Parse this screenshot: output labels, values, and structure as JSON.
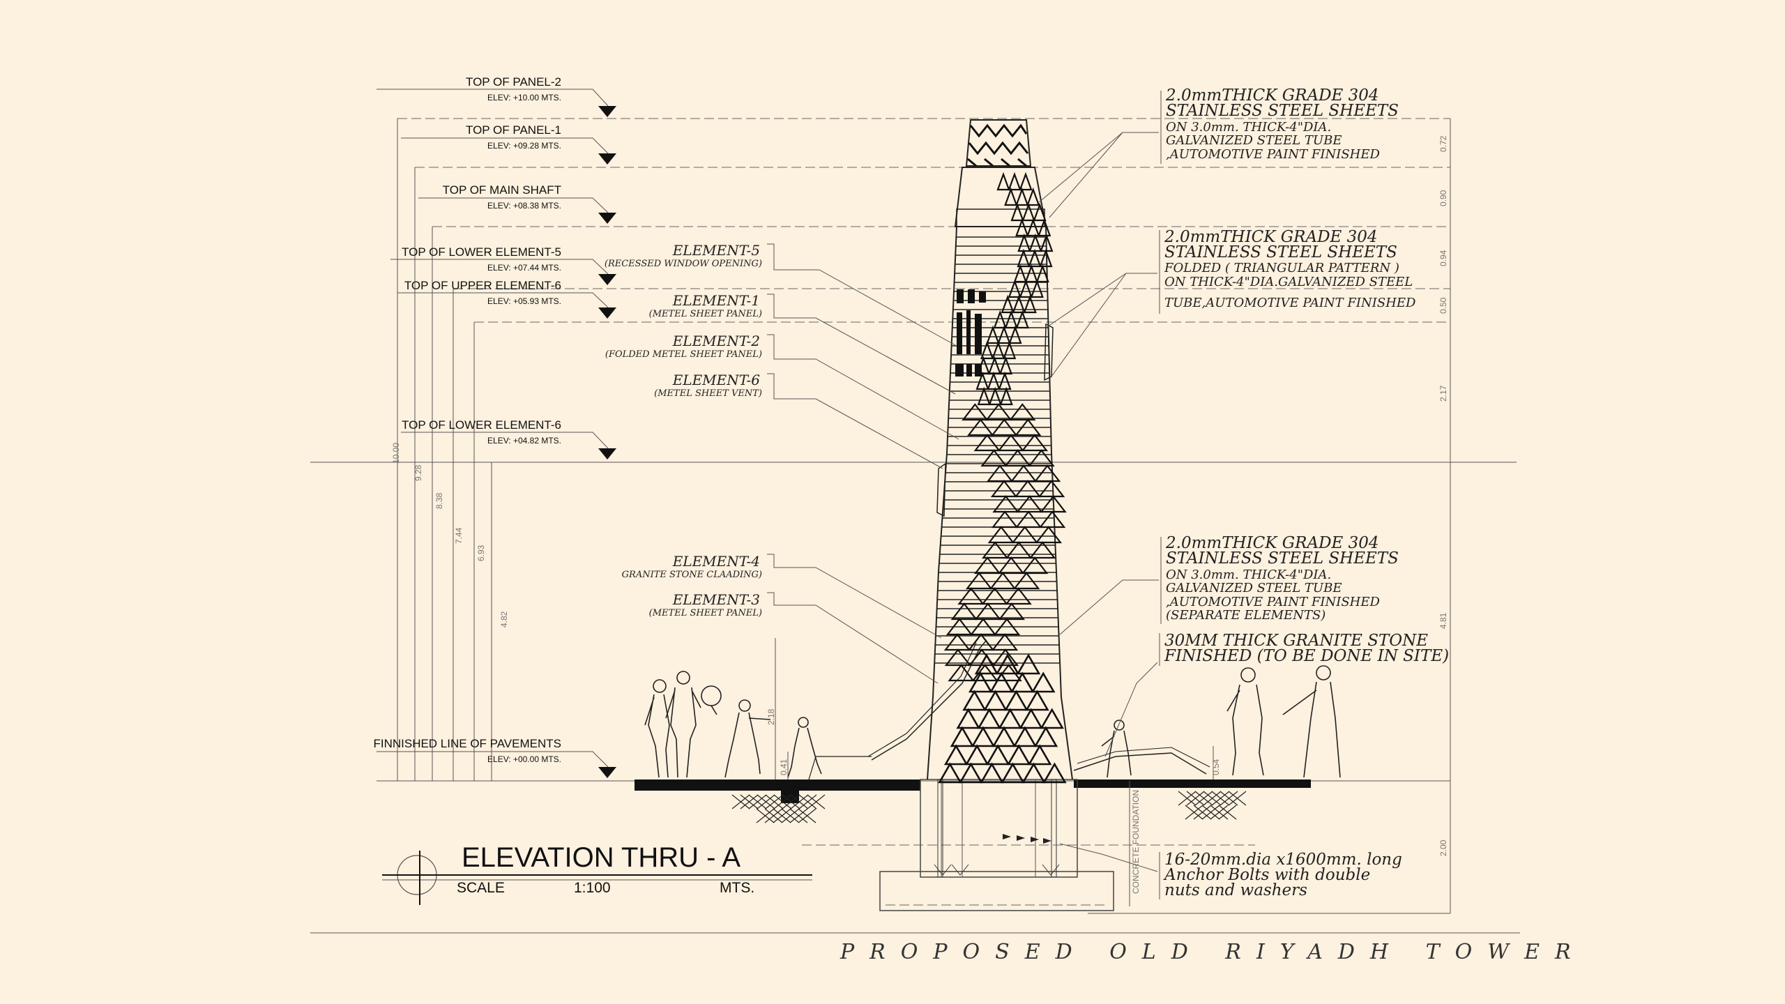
{
  "levels": [
    {
      "title": "TOP OF  PANEL-2",
      "elev": "ELEV: +10.00 MTS."
    },
    {
      "title": "TOP OF  PANEL-1",
      "elev": "ELEV: +09.28 MTS."
    },
    {
      "title": "TOP OF MAIN SHAFT",
      "elev": "ELEV: +08.38 MTS."
    },
    {
      "title": "TOP OF LOWER ELEMENT-5",
      "elev": "ELEV: +07.44 MTS."
    },
    {
      "title": "TOP OF UPPER ELEMENT-6",
      "elev": "ELEV: +05.93 MTS."
    },
    {
      "title": "TOP OF LOWER ELEMENT-6",
      "elev": "ELEV: +04.82 MTS."
    },
    {
      "title": "FINNISHED LINE OF PAVEMENTS",
      "elev": "ELEV: +00.00 MTS."
    }
  ],
  "elements": [
    {
      "name": "ELEMENT-5",
      "sub": "(RECESSED WINDOW OPENING)"
    },
    {
      "name": "ELEMENT-1",
      "sub": "(METEL SHEET PANEL)"
    },
    {
      "name": "ELEMENT-2",
      "sub": "(FOLDED METEL SHEET PANEL)"
    },
    {
      "name": "ELEMENT-6",
      "sub": "(METEL SHEET VENT)"
    },
    {
      "name": "ELEMENT-4",
      "sub": "GRANITE STONE CLAADING)"
    },
    {
      "name": "ELEMENT-3",
      "sub": "(METEL SHEET PANEL)"
    }
  ],
  "notes": {
    "n1": [
      "2.0mmTHICK GRADE 304",
      "STAINLESS STEEL SHEETS",
      "ON 3.0mm. THICK-4\"DIA.",
      "GALVANIZED STEEL TUBE",
      ",AUTOMOTIVE PAINT FINISHED"
    ],
    "n2": [
      "2.0mmTHICK GRADE 304",
      "STAINLESS STEEL SHEETS",
      "FOLDED ( TRIANGULAR PATTERN )",
      "ON THICK-4\"DIA.GALVANIZED STEEL",
      "TUBE,AUTOMOTIVE PAINT FINISHED"
    ],
    "n3": [
      "2.0mmTHICK GRADE 304",
      "STAINLESS STEEL SHEETS",
      "ON 3.0mm. THICK-4\"DIA.",
      "GALVANIZED STEEL TUBE",
      ",AUTOMOTIVE PAINT FINISHED",
      "(SEPARATE ELEMENTS)"
    ],
    "n4": [
      "30MM THICK GRANITE STONE",
      "FINISHED (TO BE DONE IN SITE)"
    ],
    "n5": [
      "16-20mm.dia x1600mm. long",
      "Anchor Bolts with double",
      "nuts and washers"
    ]
  },
  "left_dims": [
    "10.00",
    "9.28",
    "8.38",
    "7.44",
    "6.93",
    "4.82"
  ],
  "right_dims": [
    "0.72",
    "0.90",
    "0.94",
    "0.50",
    "2.17",
    "4.81",
    "2.00"
  ],
  "small_dims": [
    "2.18",
    "0.41",
    "0.54"
  ],
  "foundation_label": "CONCRETE FOUNDATION",
  "title_block": {
    "title": "ELEVATION THRU - A",
    "scale_label": "SCALE",
    "scale_value": "1:100",
    "units": "MTS."
  },
  "footer": "PROPOSED OLD RIYADH TOWER"
}
